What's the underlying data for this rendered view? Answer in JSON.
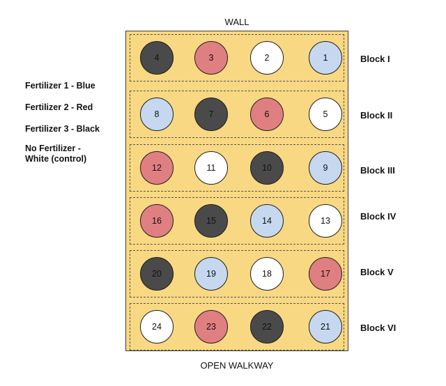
{
  "top_label": "WALL",
  "bottom_label": "OPEN WALKWAY",
  "legend": [
    {
      "text": "Fertilizer 1 - Blue",
      "color": "#c5d8f0"
    },
    {
      "text": "Fertilizer 2 - Red",
      "color": "#e07f82"
    },
    {
      "text": "Fertilizer 3 - Black",
      "color": "#4a4a4a"
    },
    {
      "text": "No Fertilizer -\nWhite (control)",
      "color": "#ffffff"
    }
  ],
  "colors": {
    "blue": "#c5d8f0",
    "red": "#e07f82",
    "black": "#4a4a4a",
    "white": "#ffffff",
    "field": "#f8d882"
  },
  "blocks": [
    {
      "label": "Block I",
      "plots": [
        {
          "n": "4",
          "c": "black"
        },
        {
          "n": "3",
          "c": "red"
        },
        {
          "n": "2",
          "c": "white"
        },
        {
          "n": "1",
          "c": "blue"
        }
      ]
    },
    {
      "label": "Block II",
      "plots": [
        {
          "n": "8",
          "c": "blue"
        },
        {
          "n": "7",
          "c": "black"
        },
        {
          "n": "6",
          "c": "red"
        },
        {
          "n": "5",
          "c": "white"
        }
      ]
    },
    {
      "label": "Block III",
      "plots": [
        {
          "n": "12",
          "c": "red"
        },
        {
          "n": "11",
          "c": "white"
        },
        {
          "n": "10",
          "c": "black"
        },
        {
          "n": "9",
          "c": "blue"
        }
      ]
    },
    {
      "label": "Block IV",
      "plots": [
        {
          "n": "16",
          "c": "red"
        },
        {
          "n": "15",
          "c": "black"
        },
        {
          "n": "14",
          "c": "blue"
        },
        {
          "n": "13",
          "c": "white"
        }
      ]
    },
    {
      "label": "Block V",
      "plots": [
        {
          "n": "20",
          "c": "black"
        },
        {
          "n": "19",
          "c": "blue"
        },
        {
          "n": "18",
          "c": "white"
        },
        {
          "n": "17",
          "c": "red"
        }
      ]
    },
    {
      "label": "Block VI",
      "plots": [
        {
          "n": "24",
          "c": "white"
        },
        {
          "n": "23",
          "c": "red"
        },
        {
          "n": "22",
          "c": "black"
        },
        {
          "n": "21",
          "c": "blue"
        }
      ]
    }
  ]
}
